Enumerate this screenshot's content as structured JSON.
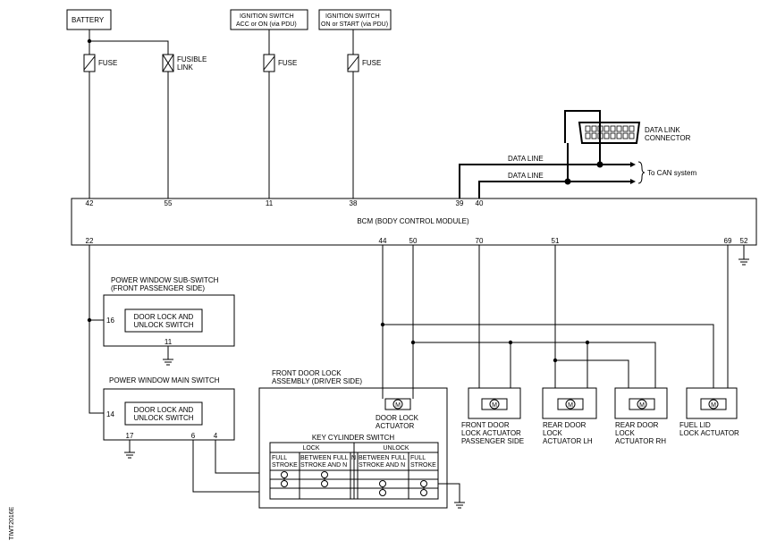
{
  "top": {
    "battery": "BATTERY",
    "fuse": "FUSE",
    "fusible_link_1": "FUSIBLE",
    "fusible_link_2": "LINK",
    "ign1_line1": "IGNITION SWITCH",
    "ign1_line2": "ACC or ON (via PDU)",
    "ign2_line1": "IGNITION SWITCH",
    "ign2_line2": "ON or START (via PDU)"
  },
  "dlc": {
    "line1": "DATA LINK",
    "line2": "CONNECTOR"
  },
  "can": {
    "data_line": "DATA LINE",
    "to_can": "To CAN system"
  },
  "bcm": {
    "label": "BCM (BODY CONTROL MODULE)",
    "pins_top": [
      "42",
      "55",
      "11",
      "38",
      "39",
      "40"
    ],
    "pins_bottom": [
      "22",
      "44",
      "50",
      "70",
      "51",
      "69",
      "52"
    ]
  },
  "sub_switch": {
    "title1": "POWER WINDOW SUB-SWITCH",
    "title2": "(FRONT PASSENGER SIDE)",
    "inner1": "DOOR LOCK AND",
    "inner2": "UNLOCK SWITCH",
    "pin_in": "16",
    "pin_gnd": "11"
  },
  "main_switch": {
    "title": "POWER WINDOW MAIN SWITCH",
    "inner1": "DOOR LOCK AND",
    "inner2": "UNLOCK SWITCH",
    "pin_in": "14",
    "pin_gnd": "17",
    "pin_a": "6",
    "pin_b": "4"
  },
  "front_door": {
    "title1": "FRONT DOOR LOCK",
    "title2": "ASSEMBLY (DRIVER SIDE)",
    "act1": "DOOR LOCK",
    "act2": "ACTUATOR"
  },
  "key_cyl": {
    "title": "KEY CYLINDER SWITCH",
    "lock": "LOCK",
    "unlock": "UNLOCK",
    "full": "FULL",
    "stroke": "STROKE",
    "between1": "BETWEEN FULL",
    "between2": "STROKE AND N",
    "n": "N"
  },
  "actuators": [
    {
      "l1": "FRONT DOOR",
      "l2": "LOCK ACTUATOR",
      "l3": "PASSENGER SIDE"
    },
    {
      "l1": "REAR DOOR",
      "l2": "LOCK",
      "l3": "ACTUATOR LH"
    },
    {
      "l1": "REAR DOOR",
      "l2": "LOCK",
      "l3": "ACTUATOR RH"
    },
    {
      "l1": "FUEL LID",
      "l2": "LOCK ACTUATOR",
      "l3": ""
    }
  ],
  "motor": "M",
  "side_code": "TIWT2016E"
}
